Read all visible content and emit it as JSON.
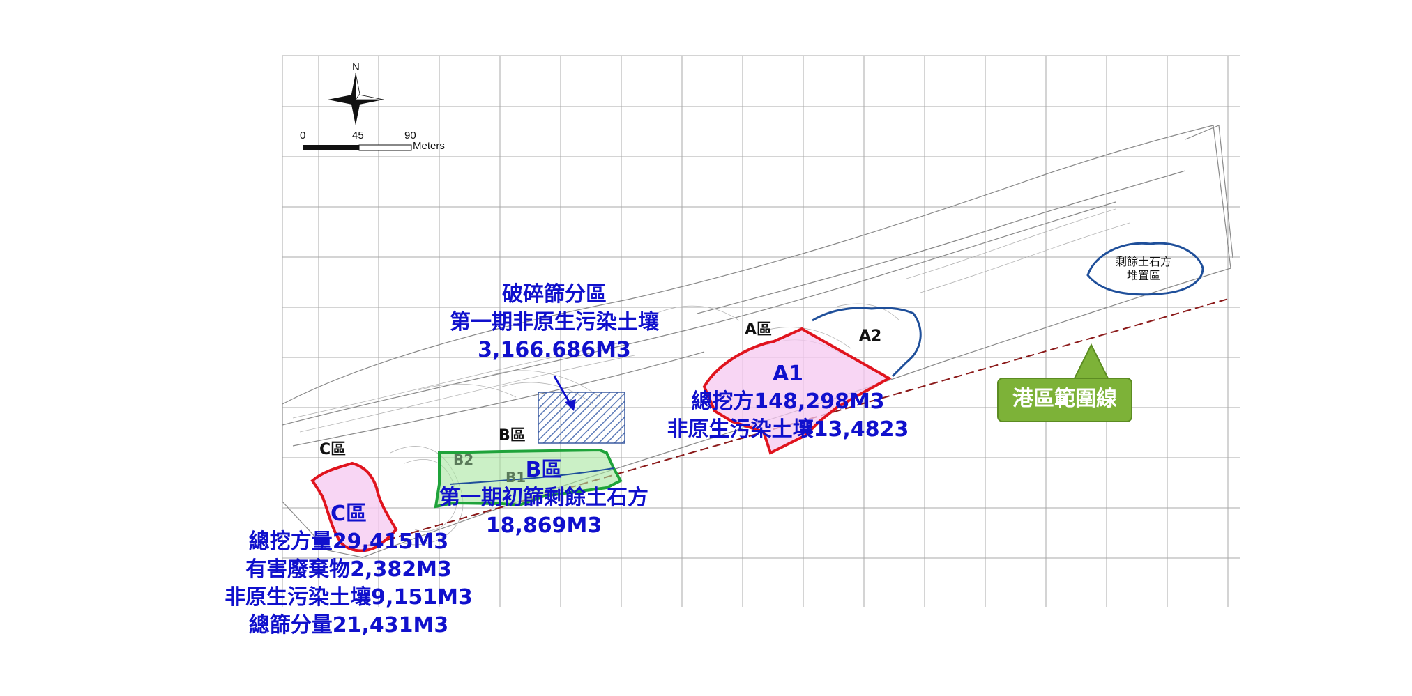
{
  "north_label": "N",
  "scale": {
    "ticks": [
      "0",
      "45",
      "90"
    ],
    "unit": "Meters"
  },
  "zones": {
    "a_zone": "A區",
    "a2": "A2",
    "b_zone": "B區",
    "b2": "B2",
    "b1": "B1",
    "c_zone": "C區"
  },
  "crushing": {
    "title": "破碎篩分區",
    "line2": "第一期非原生污染土壤",
    "line3": "3,166.686M3"
  },
  "a1": {
    "title": "A1",
    "line2": "總挖方148,298M3",
    "line3": "非原生污染土壤13,4823"
  },
  "b": {
    "title": "B區",
    "line2": "第一期初篩剩餘土石方",
    "line3": "18,869M3"
  },
  "c": {
    "title": "C區",
    "line2": "總挖方量29,415M3",
    "line3": "有害廢棄物2,382M3",
    "line4": "非原生污染土壤9,151M3",
    "line5": "總篩分量21,431M3"
  },
  "stockpile": {
    "line1": "剩餘土石方",
    "line2": "堆置區"
  },
  "harbor_boundary": "港區範圍線",
  "colors": {
    "label_blue": "#1010cc",
    "boundary_red": "#e0141e",
    "zone_green": "#1fa33a",
    "zone_blue": "#1f4f9a",
    "harbor_green": "#7db238",
    "harbor_line": "#8b1a1a"
  }
}
